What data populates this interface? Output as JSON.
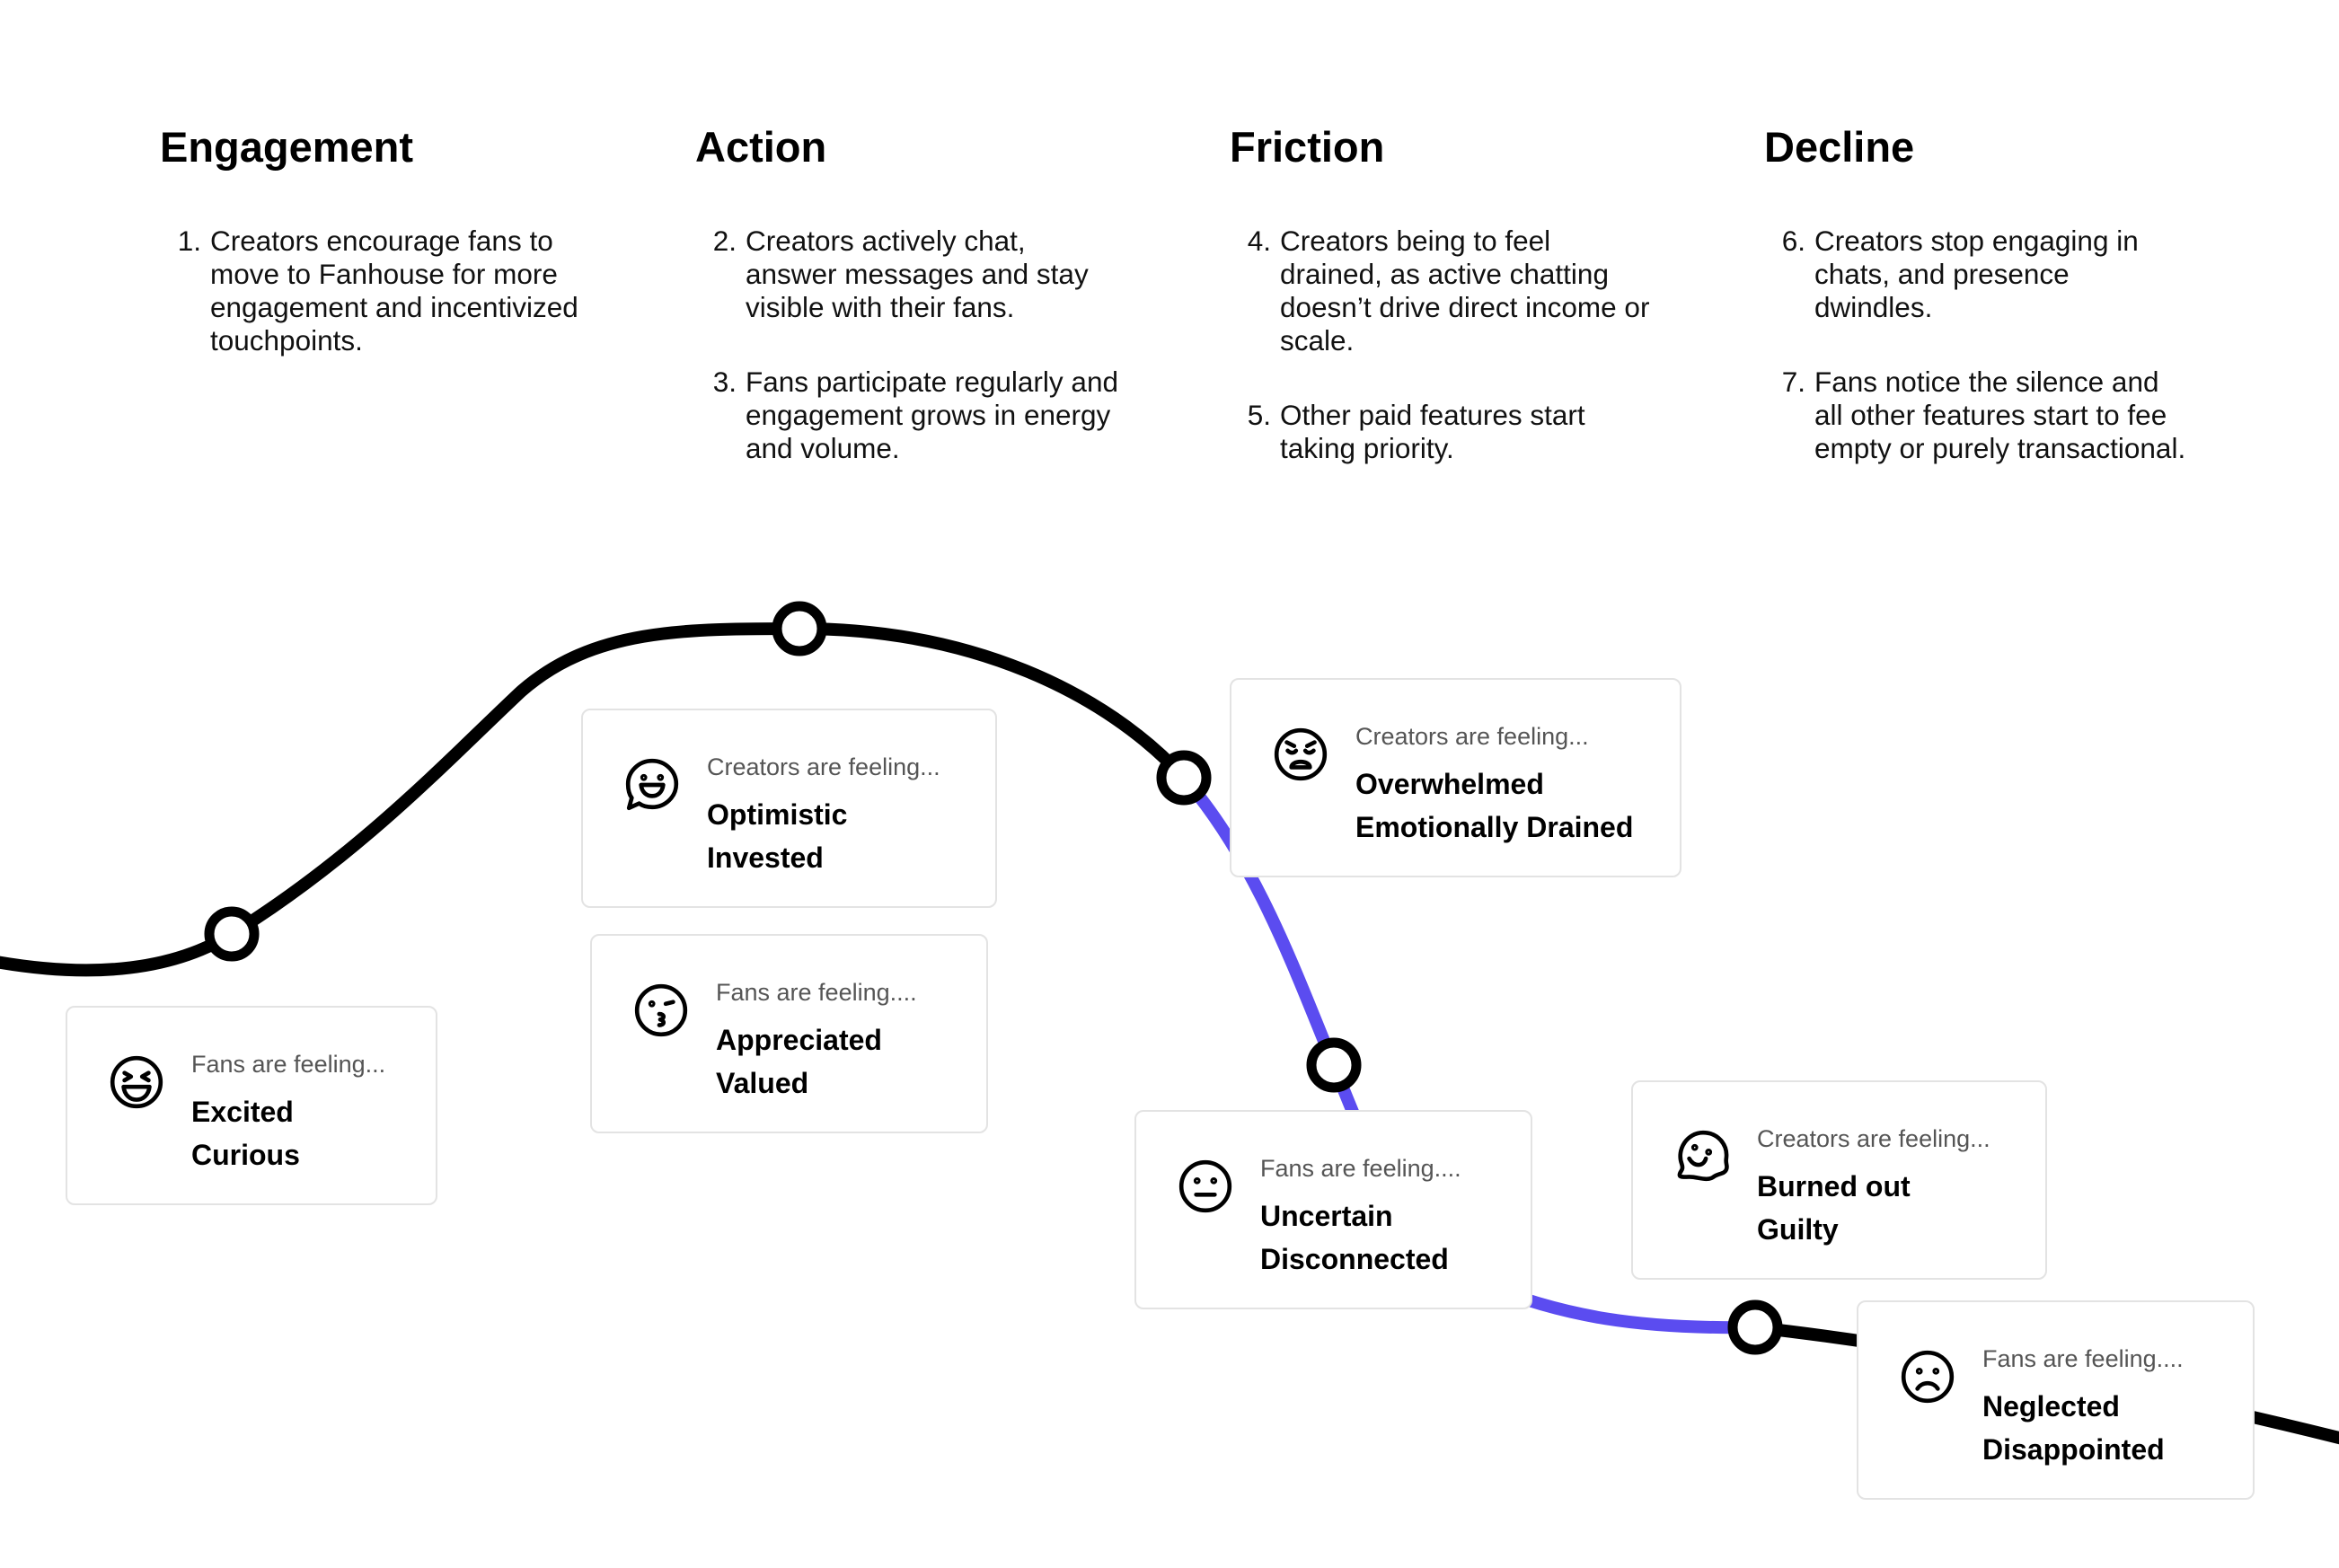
{
  "stages": [
    {
      "title": "Engagement",
      "steps": [
        {
          "num": "1.",
          "text": "Creators encourage fans to move to Fanhouse for more engagement and incentivized touchpoints."
        }
      ]
    },
    {
      "title": "Action",
      "steps": [
        {
          "num": "2.",
          "text": "Creators actively chat, answer messages and stay visible with their fans."
        },
        {
          "num": "3.",
          "text": "Fans participate regularly and engagement grows in energy and volume."
        }
      ]
    },
    {
      "title": "Friction",
      "steps": [
        {
          "num": "4.",
          "text": "Creators being to feel drained, as active chatting doesn’t drive direct income or scale."
        },
        {
          "num": "5.",
          "text": "Other paid features start taking priority."
        }
      ]
    },
    {
      "title": "Decline",
      "steps": [
        {
          "num": "6.",
          "text": "Creators stop engaging in chats, and presence dwindles."
        },
        {
          "num": "7.",
          "text": "Fans notice the silence and all other features start to fee empty or purely transactional."
        }
      ]
    }
  ],
  "cards": [
    {
      "label": "Fans are feeling...",
      "feelings": [
        "Excited",
        "Curious"
      ],
      "icon": "grinning-squint-face-icon"
    },
    {
      "label": "Creators are feeling...",
      "feelings": [
        "Optimistic",
        "Invested"
      ],
      "icon": "smiling-speech-bubble-icon"
    },
    {
      "label": "Fans are feeling....",
      "feelings": [
        "Appreciated",
        "Valued"
      ],
      "icon": "kissing-face-icon"
    },
    {
      "label": "Creators are feeling...",
      "feelings": [
        "Overwhelmed",
        "Emotionally Drained"
      ],
      "icon": "weary-face-icon"
    },
    {
      "label": "Fans are feeling....",
      "feelings": [
        "Uncertain",
        "Disconnected"
      ],
      "icon": "neutral-face-icon"
    },
    {
      "label": "Creators are feeling...",
      "feelings": [
        "Burned out",
        "Guilty"
      ],
      "icon": "melting-face-icon"
    },
    {
      "label": "Fans are feeling....",
      "feelings": [
        "Neglected",
        "Disappointed"
      ],
      "icon": "frowning-face-icon"
    }
  ],
  "colors": {
    "curve": "#000000",
    "highlight": "#5b4cf0",
    "card_border": "#e3e3e3"
  }
}
